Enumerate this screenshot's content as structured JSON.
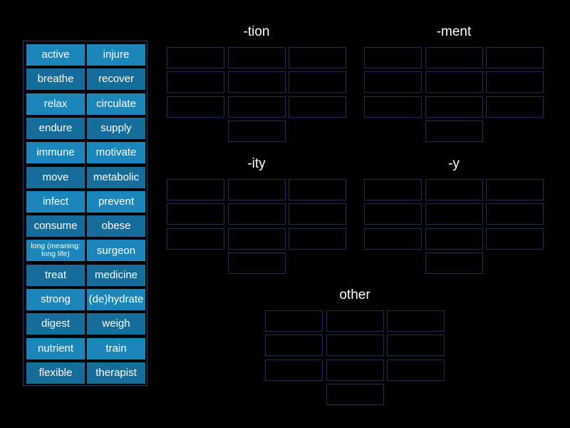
{
  "colors": {
    "background": "#000000",
    "tile_light": "#1b86ba",
    "tile_dark": "#166d99",
    "slot_border": "#1c2f52",
    "bank_border": "#23406a"
  },
  "word_bank": {
    "tiles": [
      "active",
      "injure",
      "breathe",
      "recover",
      "relax",
      "circulate",
      "endure",
      "supply",
      "immune",
      "motivate",
      "move",
      "metabolic",
      "infect",
      "prevent",
      "consume",
      "obese",
      "long (meaning: long life)",
      "surgeon",
      "treat",
      "medicine",
      "strong",
      "(de)hydrate",
      "digest",
      "weigh",
      "nutrient",
      "train",
      "flexible",
      "therapist"
    ]
  },
  "groups": [
    {
      "title": "-tion"
    },
    {
      "title": "-ment"
    },
    {
      "title": "-ity"
    },
    {
      "title": "-y"
    },
    {
      "title": "other"
    }
  ]
}
